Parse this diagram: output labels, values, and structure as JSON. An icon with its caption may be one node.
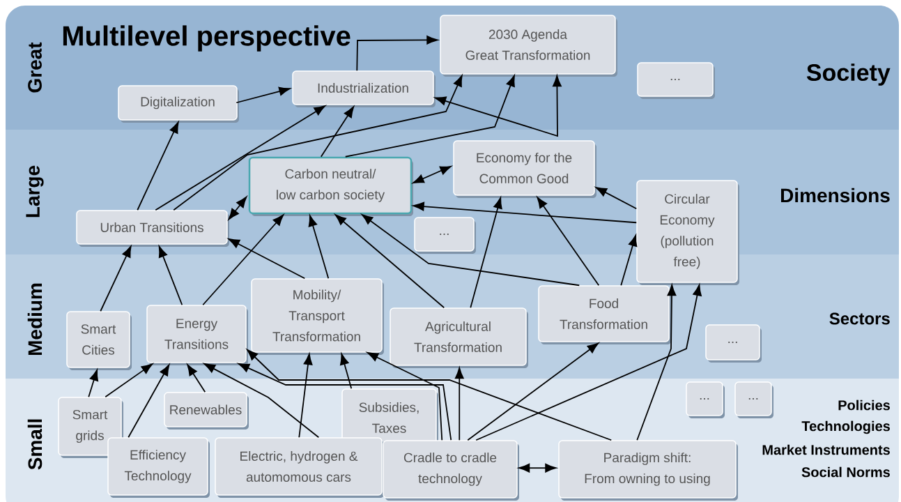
{
  "diagram": {
    "title": "Multilevel perspective",
    "nodes": [
      {
        "text": [
          "2030 Agenda Great Transformation"
        ]
      },
      {
        "text": [
          "..."
        ]
      },
      {
        "text": [
          "Industrialization"
        ]
      },
      {
        "text": [
          "Digitalization"
        ]
      },
      {
        "text": [
          "Economy for the Common Good"
        ]
      },
      {
        "text": [
          "Carbon neutral/ low carbon society"
        ]
      },
      {
        "text": [
          "Circular Economy (pollution free)"
        ]
      },
      {
        "text": [
          "..."
        ]
      },
      {
        "text": [
          "Urban Transitions"
        ]
      },
      {
        "text": [
          "Mobility/ Transport Transformation"
        ]
      },
      {
        "text": [
          "Food Transformation"
        ]
      },
      {
        "text": [
          "Smart Cities"
        ]
      },
      {
        "text": [
          "Energy Transitions"
        ]
      },
      {
        "text": [
          "Agricultural Transformation"
        ]
      },
      {
        "text": [
          "..."
        ]
      },
      {
        "text": [
          "Renewables"
        ]
      },
      {
        "text": [
          "Subsidies, Taxes"
        ]
      },
      {
        "text": [
          "..."
        ]
      },
      {
        "text": [
          "..."
        ]
      },
      {
        "text": [
          "Smart grids"
        ]
      },
      {
        "text": [
          "Efficiency Technology"
        ]
      },
      {
        "text": [
          "Electric, hydrogen & automomous cars"
        ]
      },
      {
        "text": [
          "Cradle to cradle technology"
        ]
      },
      {
        "text": [
          "Paradigm shift: From owning to using"
        ]
      }
    ],
    "edges": [
      {
        "from": 3,
        "to": 2,
        "arrow": "to"
      },
      {
        "from": 2,
        "to": 0,
        "arrow": "to"
      },
      {
        "from": 2,
        "to": 0,
        "arrow": "both"
      },
      {
        "from": 8,
        "to": 3,
        "arrow": "to"
      },
      {
        "from": 8,
        "to": 2,
        "arrow": "to"
      },
      {
        "from": 8,
        "to": 0,
        "arrow": "to"
      },
      {
        "from": 5,
        "to": 2,
        "arrow": "to"
      },
      {
        "from": 5,
        "to": 0,
        "arrow": "to"
      },
      {
        "from": 8,
        "to": 5,
        "arrow": "both"
      },
      {
        "from": 5,
        "to": 4,
        "arrow": "both"
      },
      {
        "from": 11,
        "to": 8,
        "arrow": "to"
      },
      {
        "from": 12,
        "to": 8,
        "arrow": "to"
      },
      {
        "from": 12,
        "to": 5,
        "arrow": "to"
      },
      {
        "from": 9,
        "to": 8,
        "arrow": "to"
      },
      {
        "from": 9,
        "to": 5,
        "arrow": "to"
      },
      {
        "from": 13,
        "to": 5,
        "arrow": "to"
      },
      {
        "from": 13,
        "to": 4,
        "arrow": "to"
      },
      {
        "from": 10,
        "to": 5,
        "arrow": "to"
      },
      {
        "from": 10,
        "to": 4,
        "arrow": "to"
      },
      {
        "from": 10,
        "to": 6,
        "arrow": "to"
      },
      {
        "from": 6,
        "to": 5,
        "arrow": "to"
      },
      {
        "from": 6,
        "to": 4,
        "arrow": "to"
      },
      {
        "from": 19,
        "to": 11,
        "arrow": "to"
      },
      {
        "from": 19,
        "to": 12,
        "arrow": "to"
      },
      {
        "from": 20,
        "to": 12,
        "arrow": "to"
      },
      {
        "from": 15,
        "to": 12,
        "arrow": "to"
      },
      {
        "from": 21,
        "to": 12,
        "arrow": "to"
      },
      {
        "from": 21,
        "to": 9,
        "arrow": "to"
      },
      {
        "from": 16,
        "to": 9,
        "arrow": "to"
      },
      {
        "from": 22,
        "to": 12,
        "arrow": "to"
      },
      {
        "from": 22,
        "to": 9,
        "arrow": "to"
      },
      {
        "from": 22,
        "to": 13,
        "arrow": "to"
      },
      {
        "from": 22,
        "to": 10,
        "arrow": "to"
      },
      {
        "from": 23,
        "to": 12,
        "arrow": "to"
      },
      {
        "from": 23,
        "to": 6,
        "arrow": "to"
      },
      {
        "from": 22,
        "to": 23,
        "arrow": "both"
      },
      {
        "from": 22,
        "to": 6,
        "arrow": "to"
      }
    ],
    "labels": [
      "Great",
      "Large",
      "Medium",
      "Small",
      "Society",
      "Dimensions",
      "Sectors",
      "Policies",
      "Technologies",
      "Market Instruments",
      "Social Norms"
    ]
  }
}
